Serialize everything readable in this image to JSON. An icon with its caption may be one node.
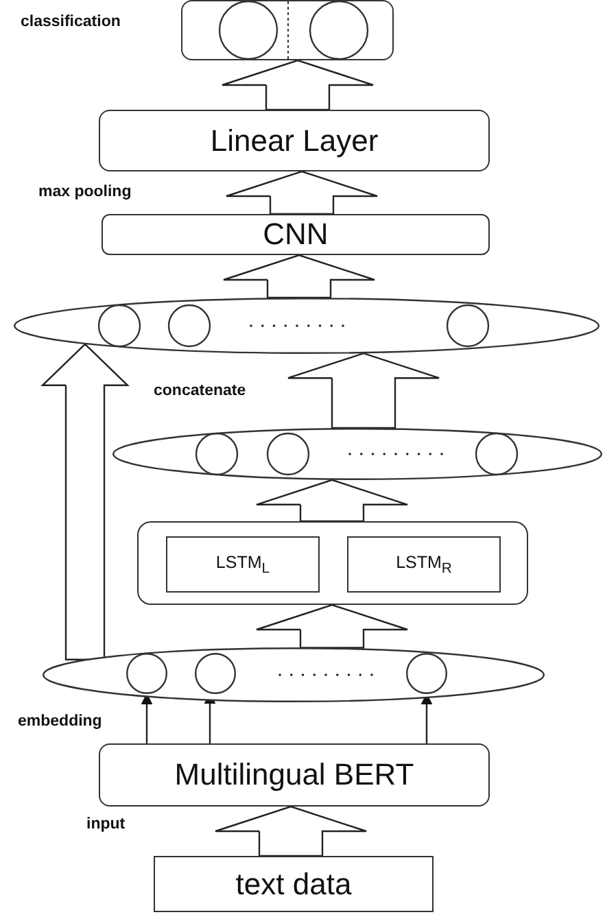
{
  "diagram": {
    "nodes": [
      {
        "text": [],
        "shape": "box"
      },
      {
        "text": [
          "Linear Layer"
        ]
      },
      {
        "text": [
          "CNN"
        ]
      },
      {
        "text": [],
        "shape": "ellipse"
      },
      {
        "text": [],
        "shape": "ellipse"
      },
      {
        "text": [],
        "shape": "box"
      },
      {
        "text": [
          "LSTM$_{L}$"
        ],
        "in": 5
      },
      {
        "text": [
          "LSTM$_{R}$"
        ],
        "in": 5
      },
      {
        "text": [],
        "shape": "ellipse"
      },
      {
        "text": [],
        "shape": "circle",
        "in": 8
      },
      {
        "text": [],
        "shape": "circle",
        "in": 8
      },
      {
        "text": [],
        "shape": "circle",
        "in": 8
      },
      {
        "text": [
          "Multilingual BERT"
        ]
      },
      {
        "text": [
          "text data"
        ]
      }
    ],
    "edges": [
      {
        "from": 13,
        "to": 12,
        "arrow": "to",
        "style": "thick"
      },
      {
        "from": 12,
        "to": 9,
        "arrow": "to"
      },
      {
        "from": 12,
        "to": 10,
        "arrow": "to"
      },
      {
        "from": 12,
        "to": 11,
        "arrow": "to"
      },
      {
        "from": 8,
        "to": 5,
        "arrow": "to",
        "style": "thick"
      },
      {
        "from": 8,
        "to": 3,
        "arrow": "to",
        "style": "thick"
      },
      {
        "from": 5,
        "to": 4,
        "arrow": "to",
        "style": "thick"
      },
      {
        "from": 4,
        "to": 3,
        "arrow": "to",
        "style": "thick"
      },
      {
        "from": 3,
        "to": 2,
        "arrow": "to",
        "style": "thick"
      },
      {
        "from": 2,
        "to": 1,
        "arrow": "to",
        "style": "thick"
      },
      {
        "from": 1,
        "to": 0,
        "arrow": "to",
        "style": "thick"
      }
    ],
    "labels": [
      "classification",
      "max pooling",
      "concatenate",
      "embedding",
      "input"
    ]
  }
}
